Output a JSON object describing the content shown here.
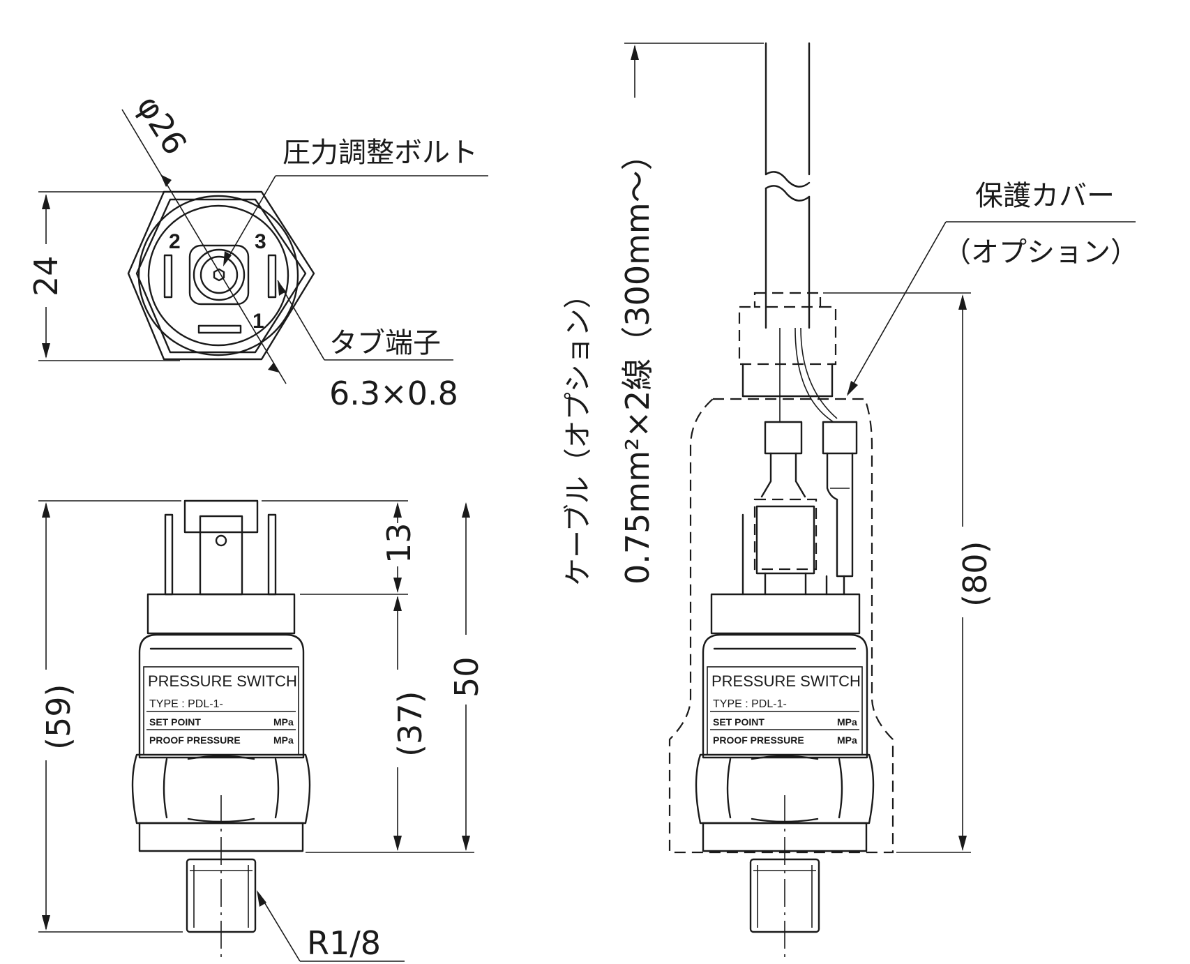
{
  "top_view": {
    "diameter_label": "φ26",
    "height_dim": "24",
    "adjust_bolt_label": "圧力調整ボルト",
    "tab_terminal_label": "タブ端子",
    "tab_size_label": "6.3×0.8",
    "pins": [
      "1",
      "2",
      "3"
    ]
  },
  "front_view": {
    "overall_dim": "(59)",
    "terminal_height_dim": "13",
    "body_height_dim": "(37)",
    "total_dim": "50",
    "thread_label": "R1/8"
  },
  "nameplate": {
    "title": "PRESSURE SWITCH",
    "type_line": "TYPE : PDL-1-",
    "set_point": "SET POINT",
    "proof_pressure": "PROOF PRESSURE",
    "unit": "MPa"
  },
  "side_view": {
    "cable_label": "ケーブル（オプション）",
    "cable_spec": "0.75mm²×2線（300mm～）",
    "cover_label": "保護カバー",
    "cover_option": "（オプション）",
    "height_dim": "(80)"
  }
}
